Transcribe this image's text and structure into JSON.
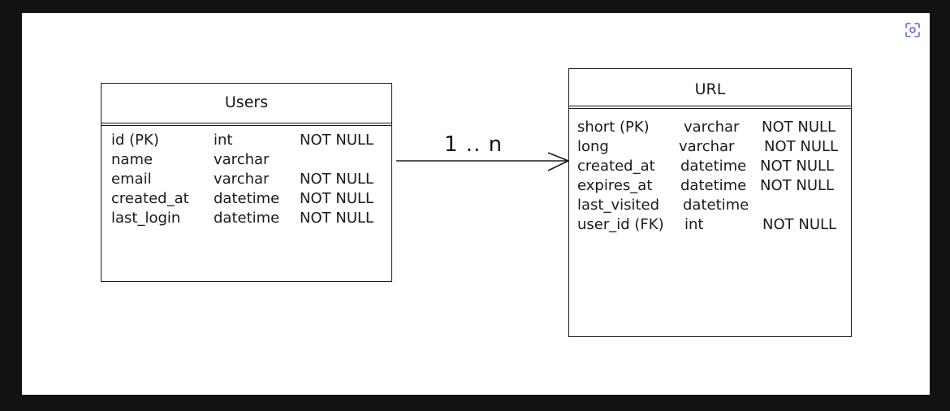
{
  "diagram": {
    "entities": [
      {
        "name": "Users",
        "rows": [
          {
            "column": "id (PK)",
            "type": "int",
            "constraint": "NOT NULL"
          },
          {
            "column": "name",
            "type": "varchar",
            "constraint": ""
          },
          {
            "column": "email",
            "type": "varchar",
            "constraint": "NOT NULL"
          },
          {
            "column": "created_at",
            "type": "datetime",
            "constraint": "NOT NULL"
          },
          {
            "column": "last_login",
            "type": "datetime",
            "constraint": "NOT NULL"
          }
        ]
      },
      {
        "name": "URL",
        "rows": [
          {
            "column": "short (PK)",
            "type": "varchar",
            "constraint": "NOT NULL"
          },
          {
            "column": "long",
            "type": "varchar",
            "constraint": "NOT NULL"
          },
          {
            "column": "created_at",
            "type": "datetime",
            "constraint": "NOT NULL"
          },
          {
            "column": "expires_at",
            "type": "datetime",
            "constraint": "NOT NULL"
          },
          {
            "column": "last_visited",
            "type": "datetime",
            "constraint": ""
          },
          {
            "column": "user_id (FK)",
            "type": "int",
            "constraint": "NOT NULL"
          }
        ]
      }
    ],
    "relationship": {
      "from": "Users",
      "to": "URL",
      "label": "1 .. n"
    }
  },
  "toolbar": {
    "fit_icon": "focus-icon"
  },
  "colors": {
    "ink": "#1b1b1b",
    "background": "#ffffff",
    "frame": "#121212"
  }
}
